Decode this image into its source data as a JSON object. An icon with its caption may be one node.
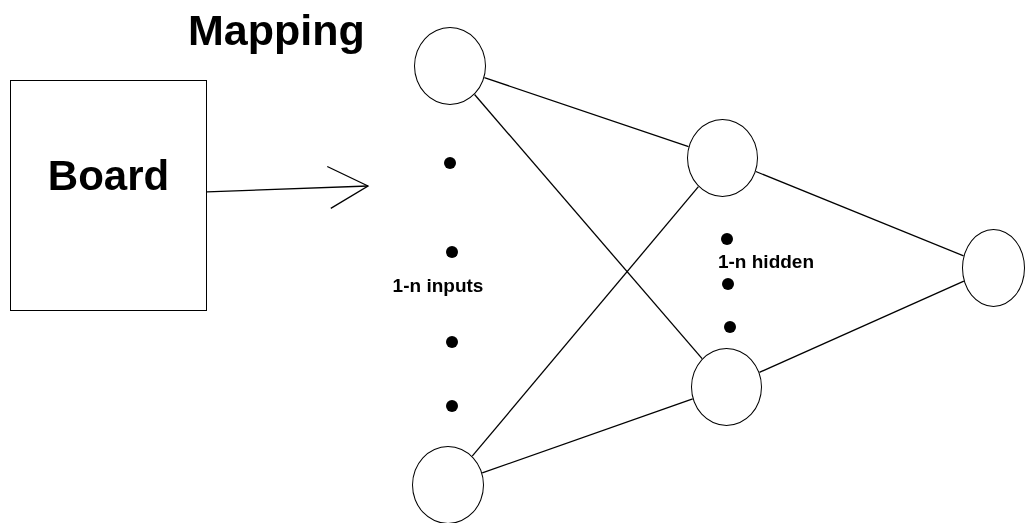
{
  "diagram": {
    "title": "Mapping",
    "nodes": [
      {
        "text": [
          "Board"
        ]
      },
      {
        "text": [],
        "shape": "circle"
      },
      {
        "text": [],
        "shape": "circle"
      },
      {
        "text": [],
        "shape": "circle"
      },
      {
        "text": [],
        "shape": "circle"
      },
      {
        "text": [],
        "shape": "circle"
      }
    ],
    "edges": [
      {
        "from": 0,
        "to": null,
        "arrow": "to"
      },
      {
        "from": 1,
        "to": 3,
        "arrow": "none"
      },
      {
        "from": 1,
        "to": 4,
        "arrow": "none"
      },
      {
        "from": 2,
        "to": 3,
        "arrow": "none"
      },
      {
        "from": 2,
        "to": 4,
        "arrow": "none"
      },
      {
        "from": 3,
        "to": 5,
        "arrow": "none"
      },
      {
        "from": 4,
        "to": 5,
        "arrow": "none"
      }
    ],
    "labels": [
      "1-n inputs",
      "1-n hidden"
    ]
  }
}
